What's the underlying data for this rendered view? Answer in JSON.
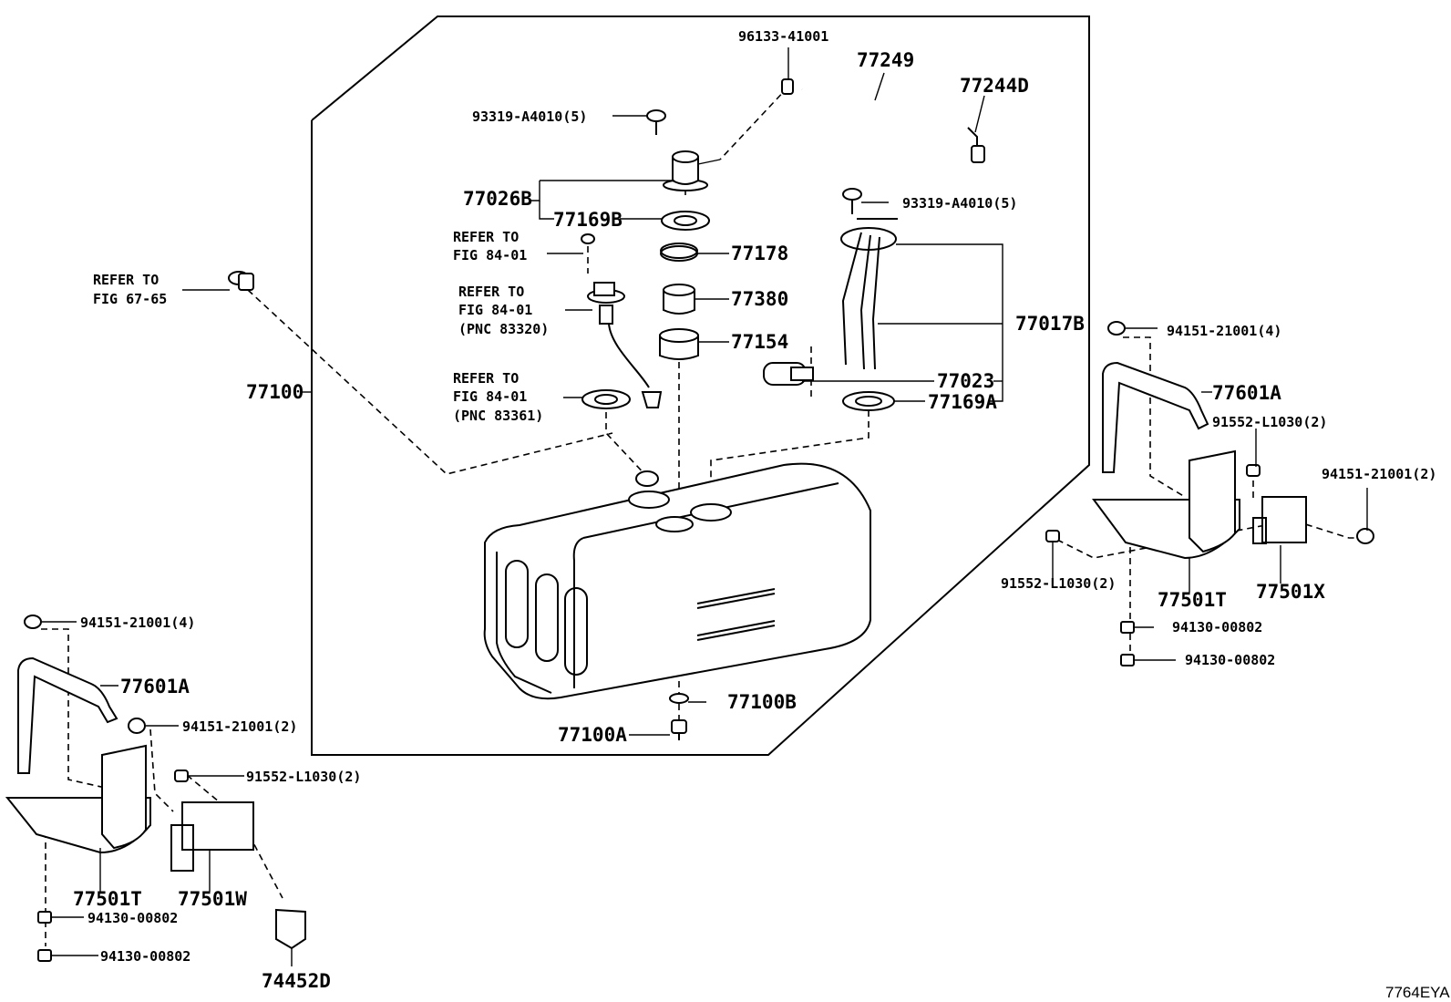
{
  "diagram": {
    "frame_label": "77100",
    "code": "7764EYA",
    "labels": {
      "clamp_vent": "96133-41001",
      "vent_hose": "77249",
      "vent_valve": "77244D",
      "screw_top_left": "93319-A4010(5)",
      "screw_top_right": "93319-A4010(5)",
      "cutoff_valve": "77026B",
      "gasket_left": "77169B",
      "ring": "77178",
      "cap_insert": "77380",
      "filler_insert": "77154",
      "sender_assy": "77017B",
      "fuel_pump": "77023",
      "gasket_right": "77169A",
      "drain_washer": "77100B",
      "drain_plug": "77100A",
      "refer_67_line1": "REFER TO",
      "refer_67_line2": "FIG 67-65",
      "refer_a_line1": "REFER TO",
      "refer_a_line2": "FIG 84-01",
      "refer_b_line1": "REFER TO",
      "refer_b_line2": "FIG 84-01",
      "refer_b_line3": "(PNC 83320)",
      "refer_c_line1": "REFER TO",
      "refer_c_line2": "FIG 84-01",
      "refer_c_line3": "(PNC 83361)",
      "r_nut_top": "94151-21001(4)",
      "r_band": "77601A",
      "r_bolt_upper": "91552-L1030(2)",
      "r_nut_side": "94151-21001(2)",
      "r_bolt_lower": "91552-L1030(2)",
      "r_bracket": "77501T",
      "r_bracket_x": "77501X",
      "r_washer_1": "94130-00802",
      "r_washer_2": "94130-00802",
      "l_nut_top": "94151-21001(4)",
      "l_band": "77601A",
      "l_nut_side": "94151-21001(2)",
      "l_bolt": "91552-L1030(2)",
      "l_bracket": "77501T",
      "l_bracket_w": "77501W",
      "l_washer_1": "94130-00802",
      "l_washer_2": "94130-00802",
      "l_plate": "74452D"
    }
  }
}
